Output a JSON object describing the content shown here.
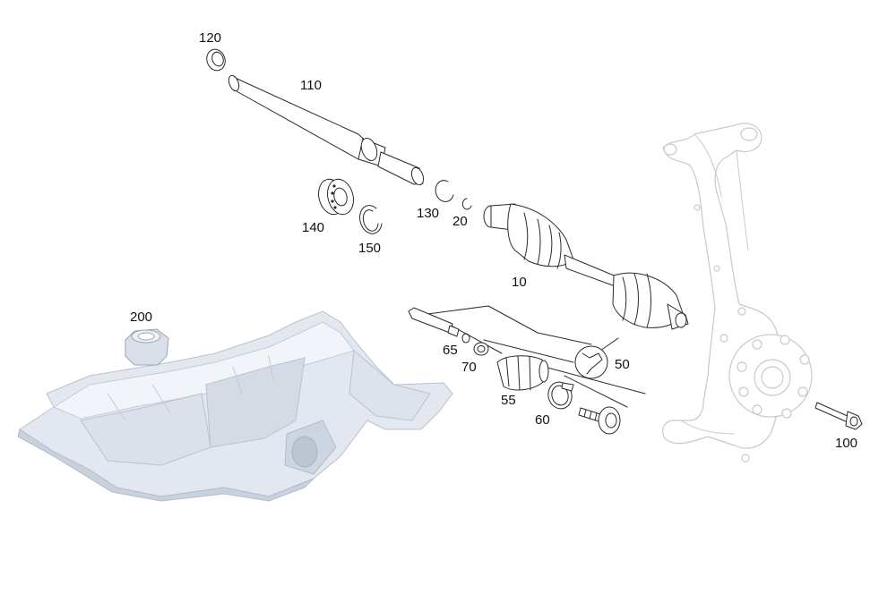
{
  "callouts": {
    "c120": "120",
    "c110": "110",
    "c130": "130",
    "c20": "20",
    "c140": "140",
    "c150": "150",
    "c10": "10",
    "c200": "200",
    "c65": "65",
    "c70": "70",
    "c50": "50",
    "c55": "55",
    "c60": "60",
    "c100": "100"
  },
  "colors": {
    "line": "#2a2a2a",
    "oil_pan_fill": "#e3e8f0",
    "oil_pan_shade": "#c9d1dd",
    "ghost_line": "#c9c9c9"
  }
}
